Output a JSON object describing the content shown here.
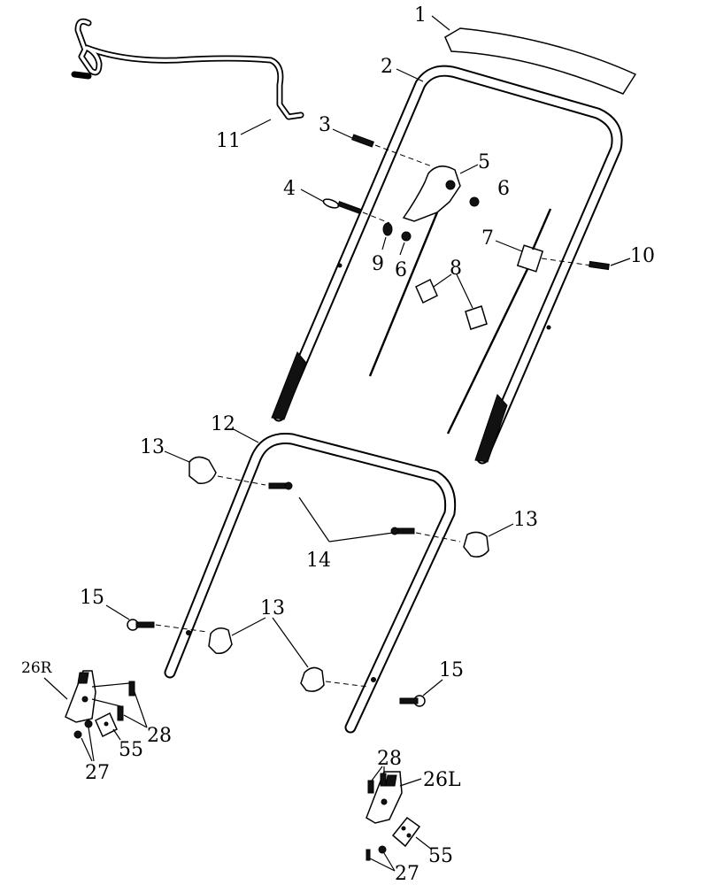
{
  "labels": {
    "p1": "1",
    "p2": "2",
    "p3": "3",
    "p4": "4",
    "p5": "5",
    "p6a": "6",
    "p6b": "6",
    "p7": "7",
    "p8": "8",
    "p9": "9",
    "p10": "10",
    "p11": "11",
    "p12": "12",
    "p13a": "13",
    "p13b": "13",
    "p13c": "13",
    "p14": "14",
    "p15a": "15",
    "p15b": "15",
    "p26r": "26R",
    "p26l": "26L",
    "p27a": "27",
    "p27b": "27",
    "p28a": "28",
    "p28b": "28",
    "p55a": "55",
    "p55b": "55"
  }
}
